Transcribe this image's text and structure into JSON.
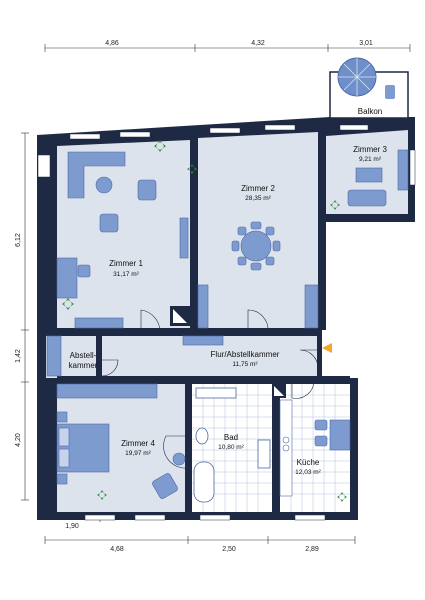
{
  "dimensions": {
    "top": [
      "4,86",
      "4,32",
      "3,01"
    ],
    "bottom": [
      "4,68",
      "2,50",
      "2,89"
    ],
    "bottom_inner": "1,90",
    "left": [
      "6,12",
      "1,42",
      "4,20"
    ]
  },
  "rooms": {
    "zimmer1": {
      "name": "Zimmer 1",
      "area": "31,17 m²"
    },
    "zimmer2": {
      "name": "Zimmer 2",
      "area": "28,35 m²"
    },
    "zimmer3": {
      "name": "Zimmer 3",
      "area": "9,21 m²"
    },
    "balkon": {
      "name": "Balkon"
    },
    "abstell": {
      "name_line1": "Abstell-",
      "name_line2": "kammer"
    },
    "flur": {
      "name": "Flur/Abstellkammer",
      "area": "11,75 m²"
    },
    "zimmer4": {
      "name": "Zimmer 4",
      "area": "19,97 m²"
    },
    "bad": {
      "name": "Bad",
      "area": "10,80 m²"
    },
    "kueche": {
      "name": "Küche",
      "area": "12,03 m²"
    }
  },
  "colors": {
    "wall": "#1e2a44",
    "floor": "#dde3ec",
    "furniture": "#7e9bcf",
    "furniture_dark": "#4c6aa5",
    "tile_line": "#9fb3d6",
    "entrance_marker": "#f5a623",
    "plant": "#2e8b3a",
    "umbrella": "#6f8fca"
  }
}
